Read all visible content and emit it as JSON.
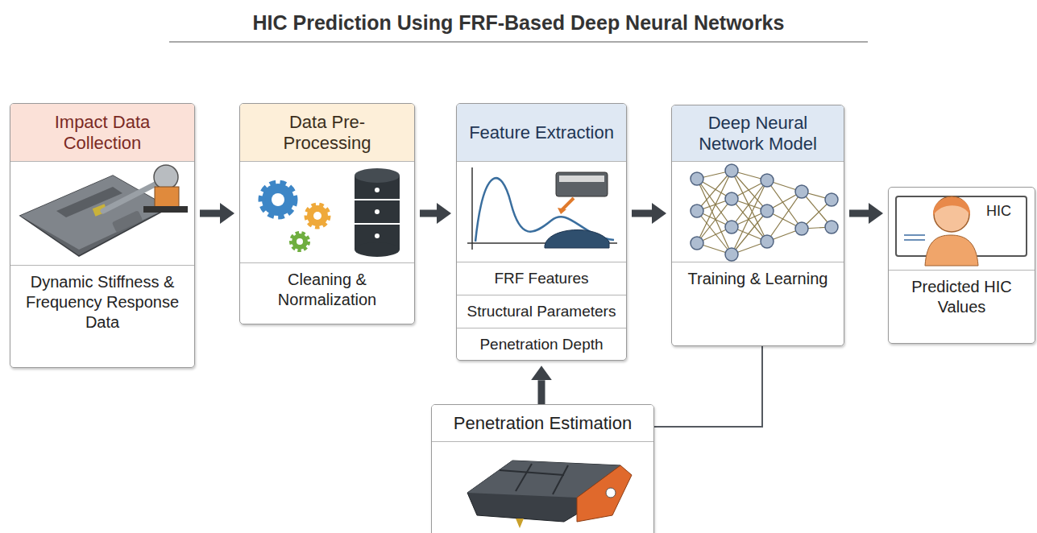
{
  "diagram": {
    "title": "HIC Prediction Using FRF-Based Deep Neural Networks",
    "nodes": [
      {
        "text": [
          "Impact Data Collection",
          "Dynamic Stiffness & Frequency Response Data"
        ]
      },
      {
        "text": [
          "Data Pre-Processing",
          "Cleaning & Normalization"
        ]
      },
      {
        "text": [
          "Feature Extraction",
          "FRF Features",
          "Structural Parameters",
          "Penetration Depth"
        ]
      },
      {
        "text": [
          "Deep Neural Network Model",
          "Training & Learning"
        ]
      },
      {
        "text": [
          "Predicted HIC Values"
        ]
      },
      {
        "text": [
          "Penetration Estimation"
        ]
      }
    ],
    "edges": [
      {
        "from": 0,
        "to": 1,
        "arrow": "to"
      },
      {
        "from": 1,
        "to": 2,
        "arrow": "to"
      },
      {
        "from": 2,
        "to": 3,
        "arrow": "to"
      },
      {
        "from": 3,
        "to": 4,
        "arrow": "to"
      },
      {
        "from": 5,
        "to": 2,
        "arrow": "to"
      },
      {
        "from": 5,
        "to": 3,
        "arrow": "none"
      }
    ],
    "labels": [
      "HIC"
    ]
  }
}
